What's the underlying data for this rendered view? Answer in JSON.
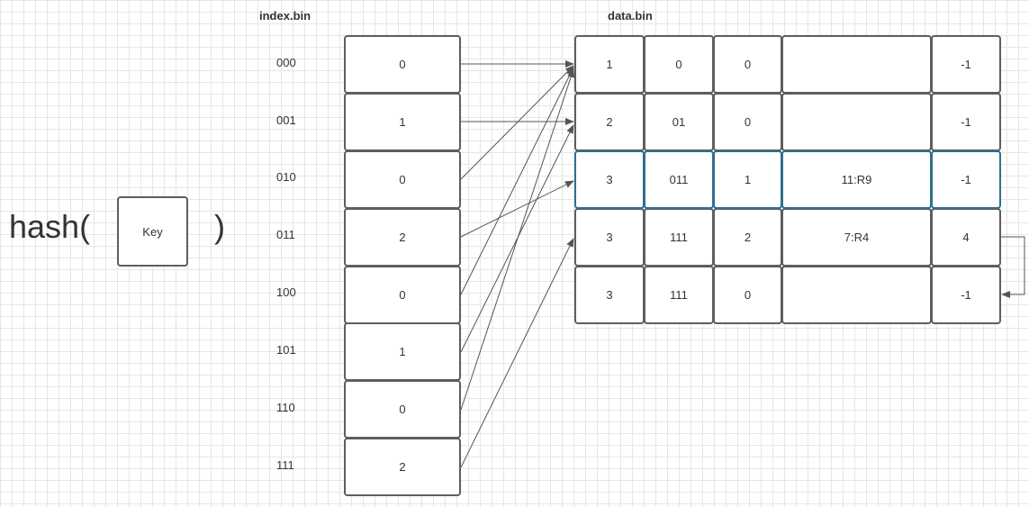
{
  "hash_expr": {
    "open": "hash(",
    "close": ")",
    "key": "Key"
  },
  "index_file": {
    "title": "index.bin",
    "rows": [
      {
        "addr": "000",
        "value": "0"
      },
      {
        "addr": "001",
        "value": "1"
      },
      {
        "addr": "010",
        "value": "0"
      },
      {
        "addr": "011",
        "value": "2"
      },
      {
        "addr": "100",
        "value": "0"
      },
      {
        "addr": "101",
        "value": "1"
      },
      {
        "addr": "110",
        "value": "0"
      },
      {
        "addr": "111",
        "value": "2"
      }
    ]
  },
  "data_file": {
    "title": "data.bin",
    "rows": [
      [
        "1",
        "0",
        "0",
        "",
        "-1"
      ],
      [
        "2",
        "01",
        "0",
        "",
        "-1"
      ],
      [
        "3",
        "011",
        "1",
        "11:R9",
        "-1"
      ],
      [
        "3",
        "111",
        "2",
        "7:R4",
        "4"
      ],
      [
        "3",
        "111",
        "0",
        "",
        "-1"
      ]
    ],
    "highlighted_row": 2
  },
  "colors": {
    "border": "#5e5e5e",
    "highlight": "#2f6f8f",
    "arrow": "#555555",
    "grid_minor": "#e6e6e6",
    "grid_major": "#d2d2d2"
  }
}
